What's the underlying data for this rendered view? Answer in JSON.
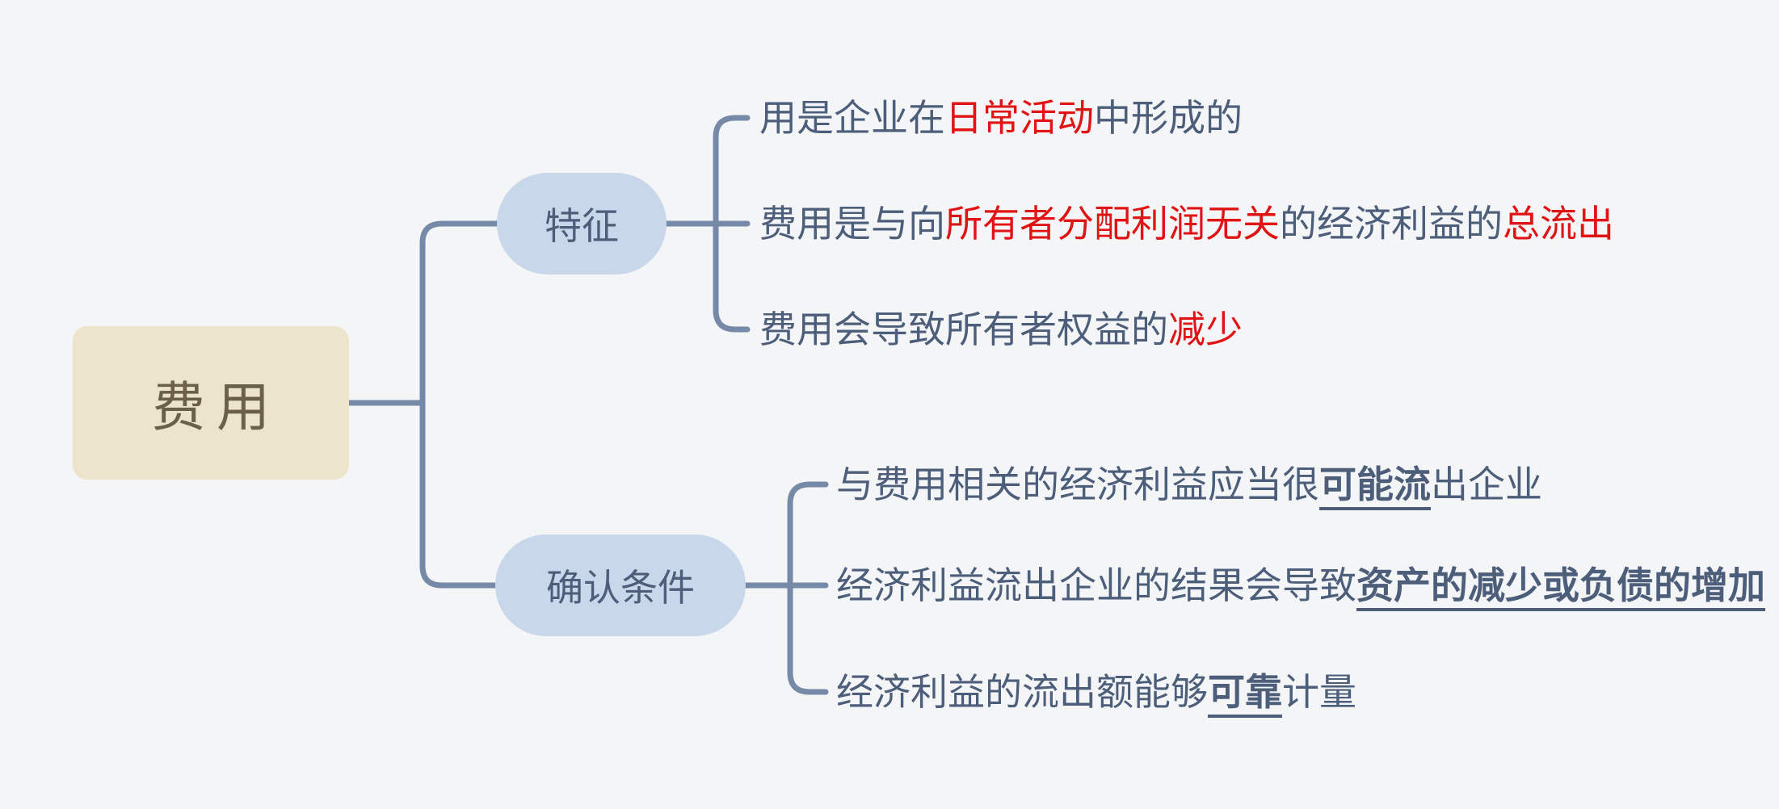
{
  "colors": {
    "bg": "#f4f5f6",
    "connector": "#7689a7",
    "root_fill": "#ece4cb",
    "root_text": "#6b6148",
    "branch_fill": "#c9d7ea",
    "node_text": "#4d5e7a",
    "highlight": "#e01414"
  },
  "root": {
    "label": "费用"
  },
  "branches": [
    {
      "label": "特征",
      "children": [
        {
          "segments": [
            {
              "text": "用是企业在",
              "style": "normal"
            },
            {
              "text": "日常活动",
              "style": "red"
            },
            {
              "text": "中形成的",
              "style": "normal"
            }
          ]
        },
        {
          "segments": [
            {
              "text": "费用是与向",
              "style": "normal"
            },
            {
              "text": "所有者分配利润无关",
              "style": "red"
            },
            {
              "text": "的经济利益的",
              "style": "normal"
            },
            {
              "text": "总流出",
              "style": "red"
            }
          ]
        },
        {
          "segments": [
            {
              "text": "费用会导致所有者权益的",
              "style": "normal"
            },
            {
              "text": "减少",
              "style": "red"
            }
          ]
        }
      ]
    },
    {
      "label": "确认条件",
      "children": [
        {
          "segments": [
            {
              "text": "与费用相关的经济利益应当很",
              "style": "normal"
            },
            {
              "text": "可能流",
              "style": "bold-underline"
            },
            {
              "text": "出企业",
              "style": "normal"
            }
          ]
        },
        {
          "segments": [
            {
              "text": "经济利益流出企业的结果会导致",
              "style": "normal"
            },
            {
              "text": "资产的减少或负债的增加",
              "style": "bold-underline"
            }
          ]
        },
        {
          "segments": [
            {
              "text": "经济利益的流出额能够",
              "style": "normal"
            },
            {
              "text": "可靠",
              "style": "bold-underline"
            },
            {
              "text": "计量",
              "style": "normal"
            }
          ]
        }
      ]
    }
  ]
}
